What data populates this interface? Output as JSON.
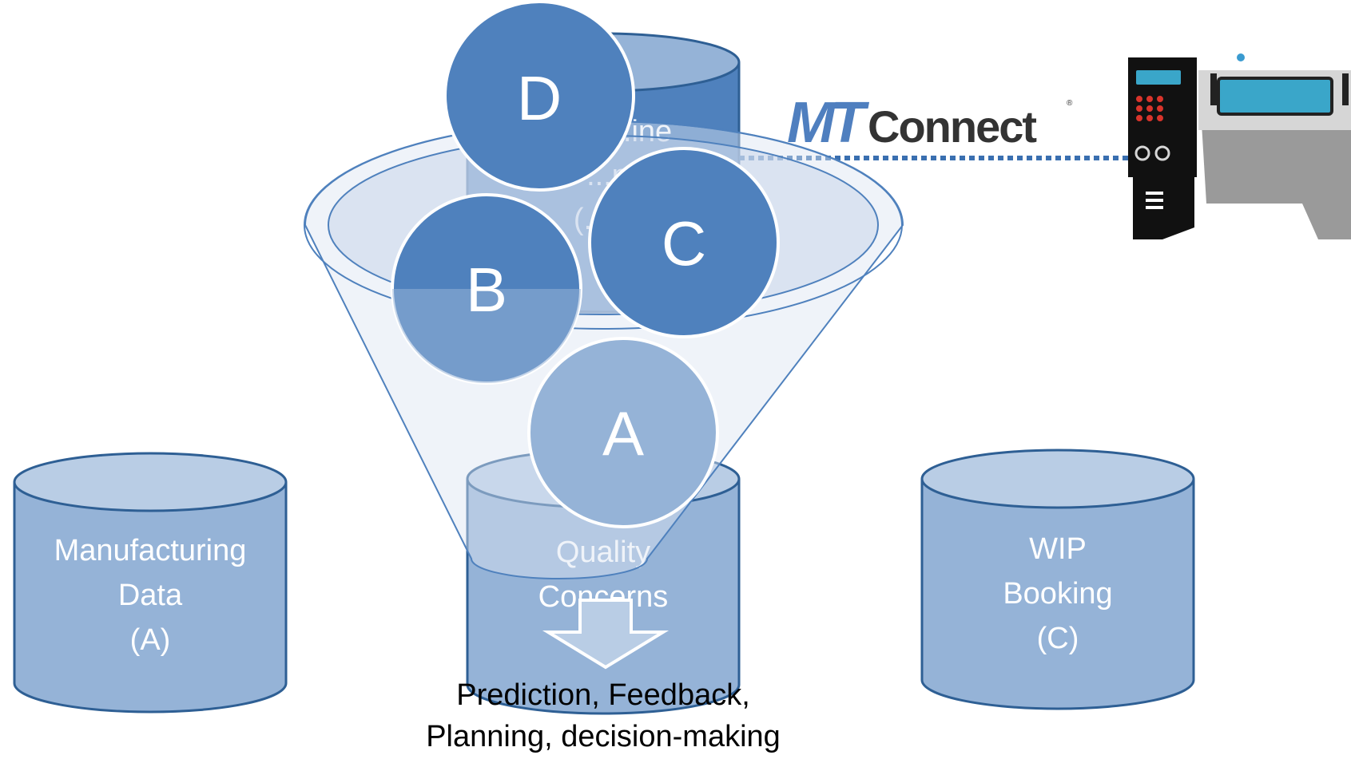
{
  "databases": {
    "manufacturing": {
      "lines": [
        "Manufacturing",
        "Data",
        "(A)"
      ]
    },
    "quality": {
      "lines": [
        "Quality",
        "Concerns",
        ""
      ]
    },
    "wip": {
      "lines": [
        "WIP",
        "Booking",
        "(C)"
      ]
    },
    "machine": {
      "lines": [
        "...ine",
        "...nit",
        "(..."
      ]
    }
  },
  "circles": {
    "a": "A",
    "b": "B",
    "c": "C",
    "d": "D"
  },
  "logo": {
    "text": "MTConnect",
    "mt": "MT",
    "rest": "Connect"
  },
  "output": {
    "line1": "Prediction, Feedback,",
    "line2": "Planning, decision-making"
  },
  "icons": {
    "machine": "cnc-machine-icon",
    "arrow": "down-arrow-icon",
    "funnel": "funnel-icon"
  },
  "colors": {
    "cylinder_body": "#95b3d7",
    "cylinder_stroke": "#2e5f94",
    "circle_dark": "#4f81bd",
    "circle_light": "#95b3d7",
    "funnel_fill": "#dbe4f1",
    "link_line": "#3a6fb0"
  }
}
